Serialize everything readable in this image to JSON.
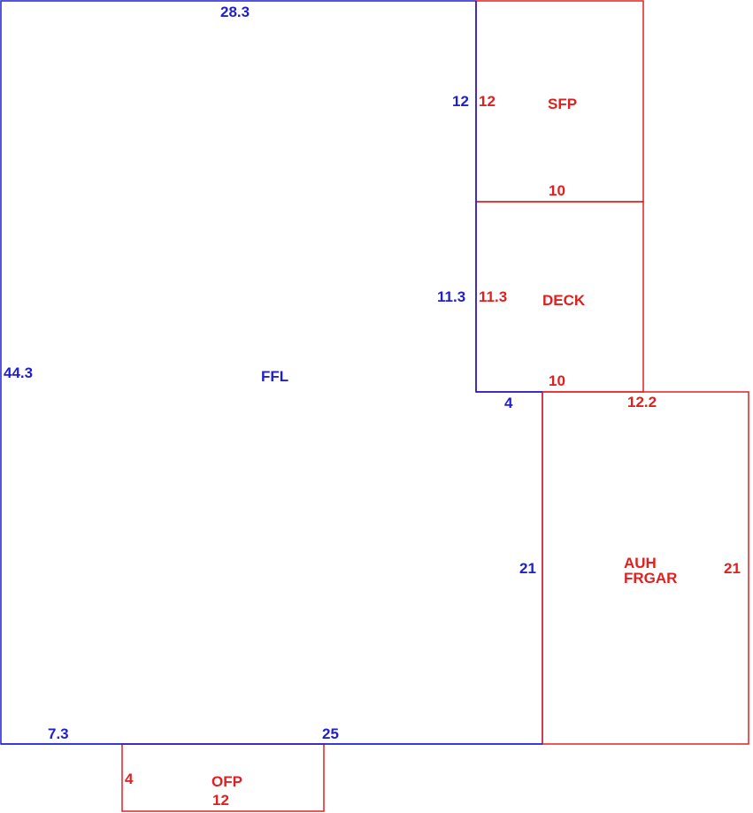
{
  "colors": {
    "main": "#1f1fd0",
    "addition": "#e02020"
  },
  "areas": {
    "ffl": {
      "label": "FFL"
    },
    "sfp": {
      "label": "SFP"
    },
    "deck": {
      "label": "DECK"
    },
    "garage": {
      "label_line1": "AUH",
      "label_line2": "FRGAR"
    },
    "ofp": {
      "label": "OFP"
    }
  },
  "dimensions": {
    "ffl_top": "28.3",
    "ffl_left": "44.3",
    "ffl_right_upper": "12",
    "ffl_right_middle": "11.3",
    "ffl_step": "4",
    "ffl_right_lower": "21",
    "ffl_bottom_left": "7.3",
    "ffl_bottom_right": "25",
    "sfp_left": "12",
    "sfp_bottom": "10",
    "deck_left": "11.3",
    "deck_bottom": "10",
    "garage_top": "12.2",
    "garage_right": "21",
    "ofp_left": "4",
    "ofp_bottom": "12"
  }
}
